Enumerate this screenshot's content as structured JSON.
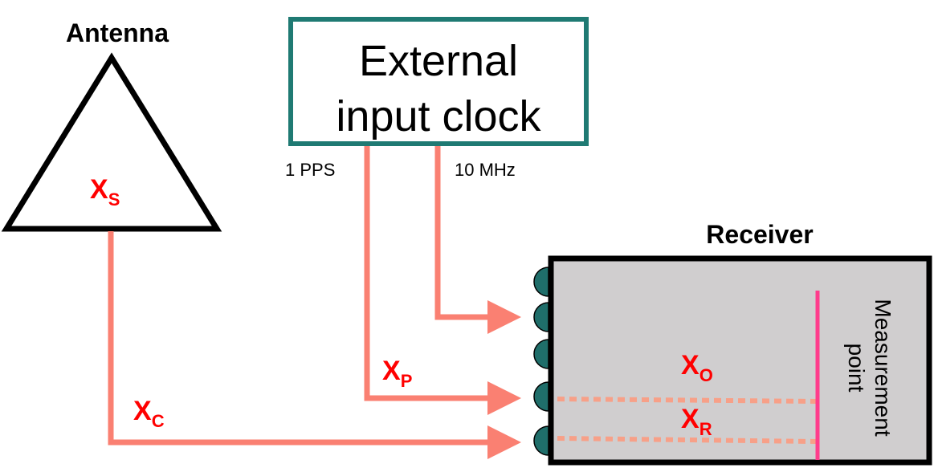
{
  "antenna": {
    "title": "Antenna",
    "symbol": "X",
    "subscript": "S"
  },
  "clock": {
    "line1": "External",
    "line2": "input clock",
    "out_pps": "1 PPS",
    "out_10mhz": "10 MHz"
  },
  "receiver": {
    "title": "Receiver",
    "measurement_line1": "Measurement",
    "measurement_line2": "point"
  },
  "delays": {
    "cable": {
      "symbol": "X",
      "subscript": "C"
    },
    "pps": {
      "symbol": "X",
      "subscript": "P"
    },
    "offset": {
      "symbol": "X",
      "subscript": "O"
    },
    "receiver": {
      "symbol": "X",
      "subscript": "R"
    }
  },
  "colors": {
    "cable": "#fa8072",
    "clock_border": "#1f7a73",
    "connector": "#1f6e6a",
    "receiver_fill": "#d0cecf",
    "measurement_line": "#ff3c8c",
    "delay_label": "#ff0000",
    "dotted_line": "#f7a088"
  }
}
